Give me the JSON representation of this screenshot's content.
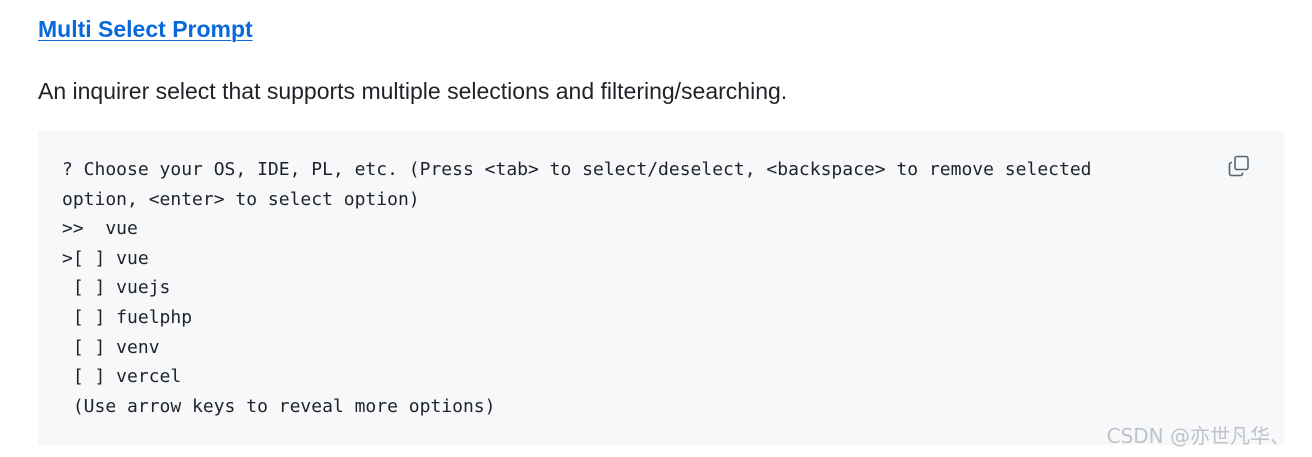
{
  "section": {
    "title": "Multi Select Prompt",
    "description": "An inquirer select that supports multiple selections and filtering/searching."
  },
  "code": {
    "lines": [
      "? Choose your OS, IDE, PL, etc. (Press <tab> to select/deselect, <backspace> to remove selected",
      "option, <enter> to select option)",
      ">>  vue",
      ">[ ] vue",
      " [ ] vuejs",
      " [ ] fuelphp",
      " [ ] venv",
      " [ ] vercel",
      " (Use arrow keys to reveal more options)"
    ],
    "copy_icon": "copy-icon"
  },
  "watermark": "CSDN @亦世凡华、",
  "colors": {
    "link": "#0969da",
    "code_background": "#f6f8fa",
    "text": "#1f2328"
  }
}
